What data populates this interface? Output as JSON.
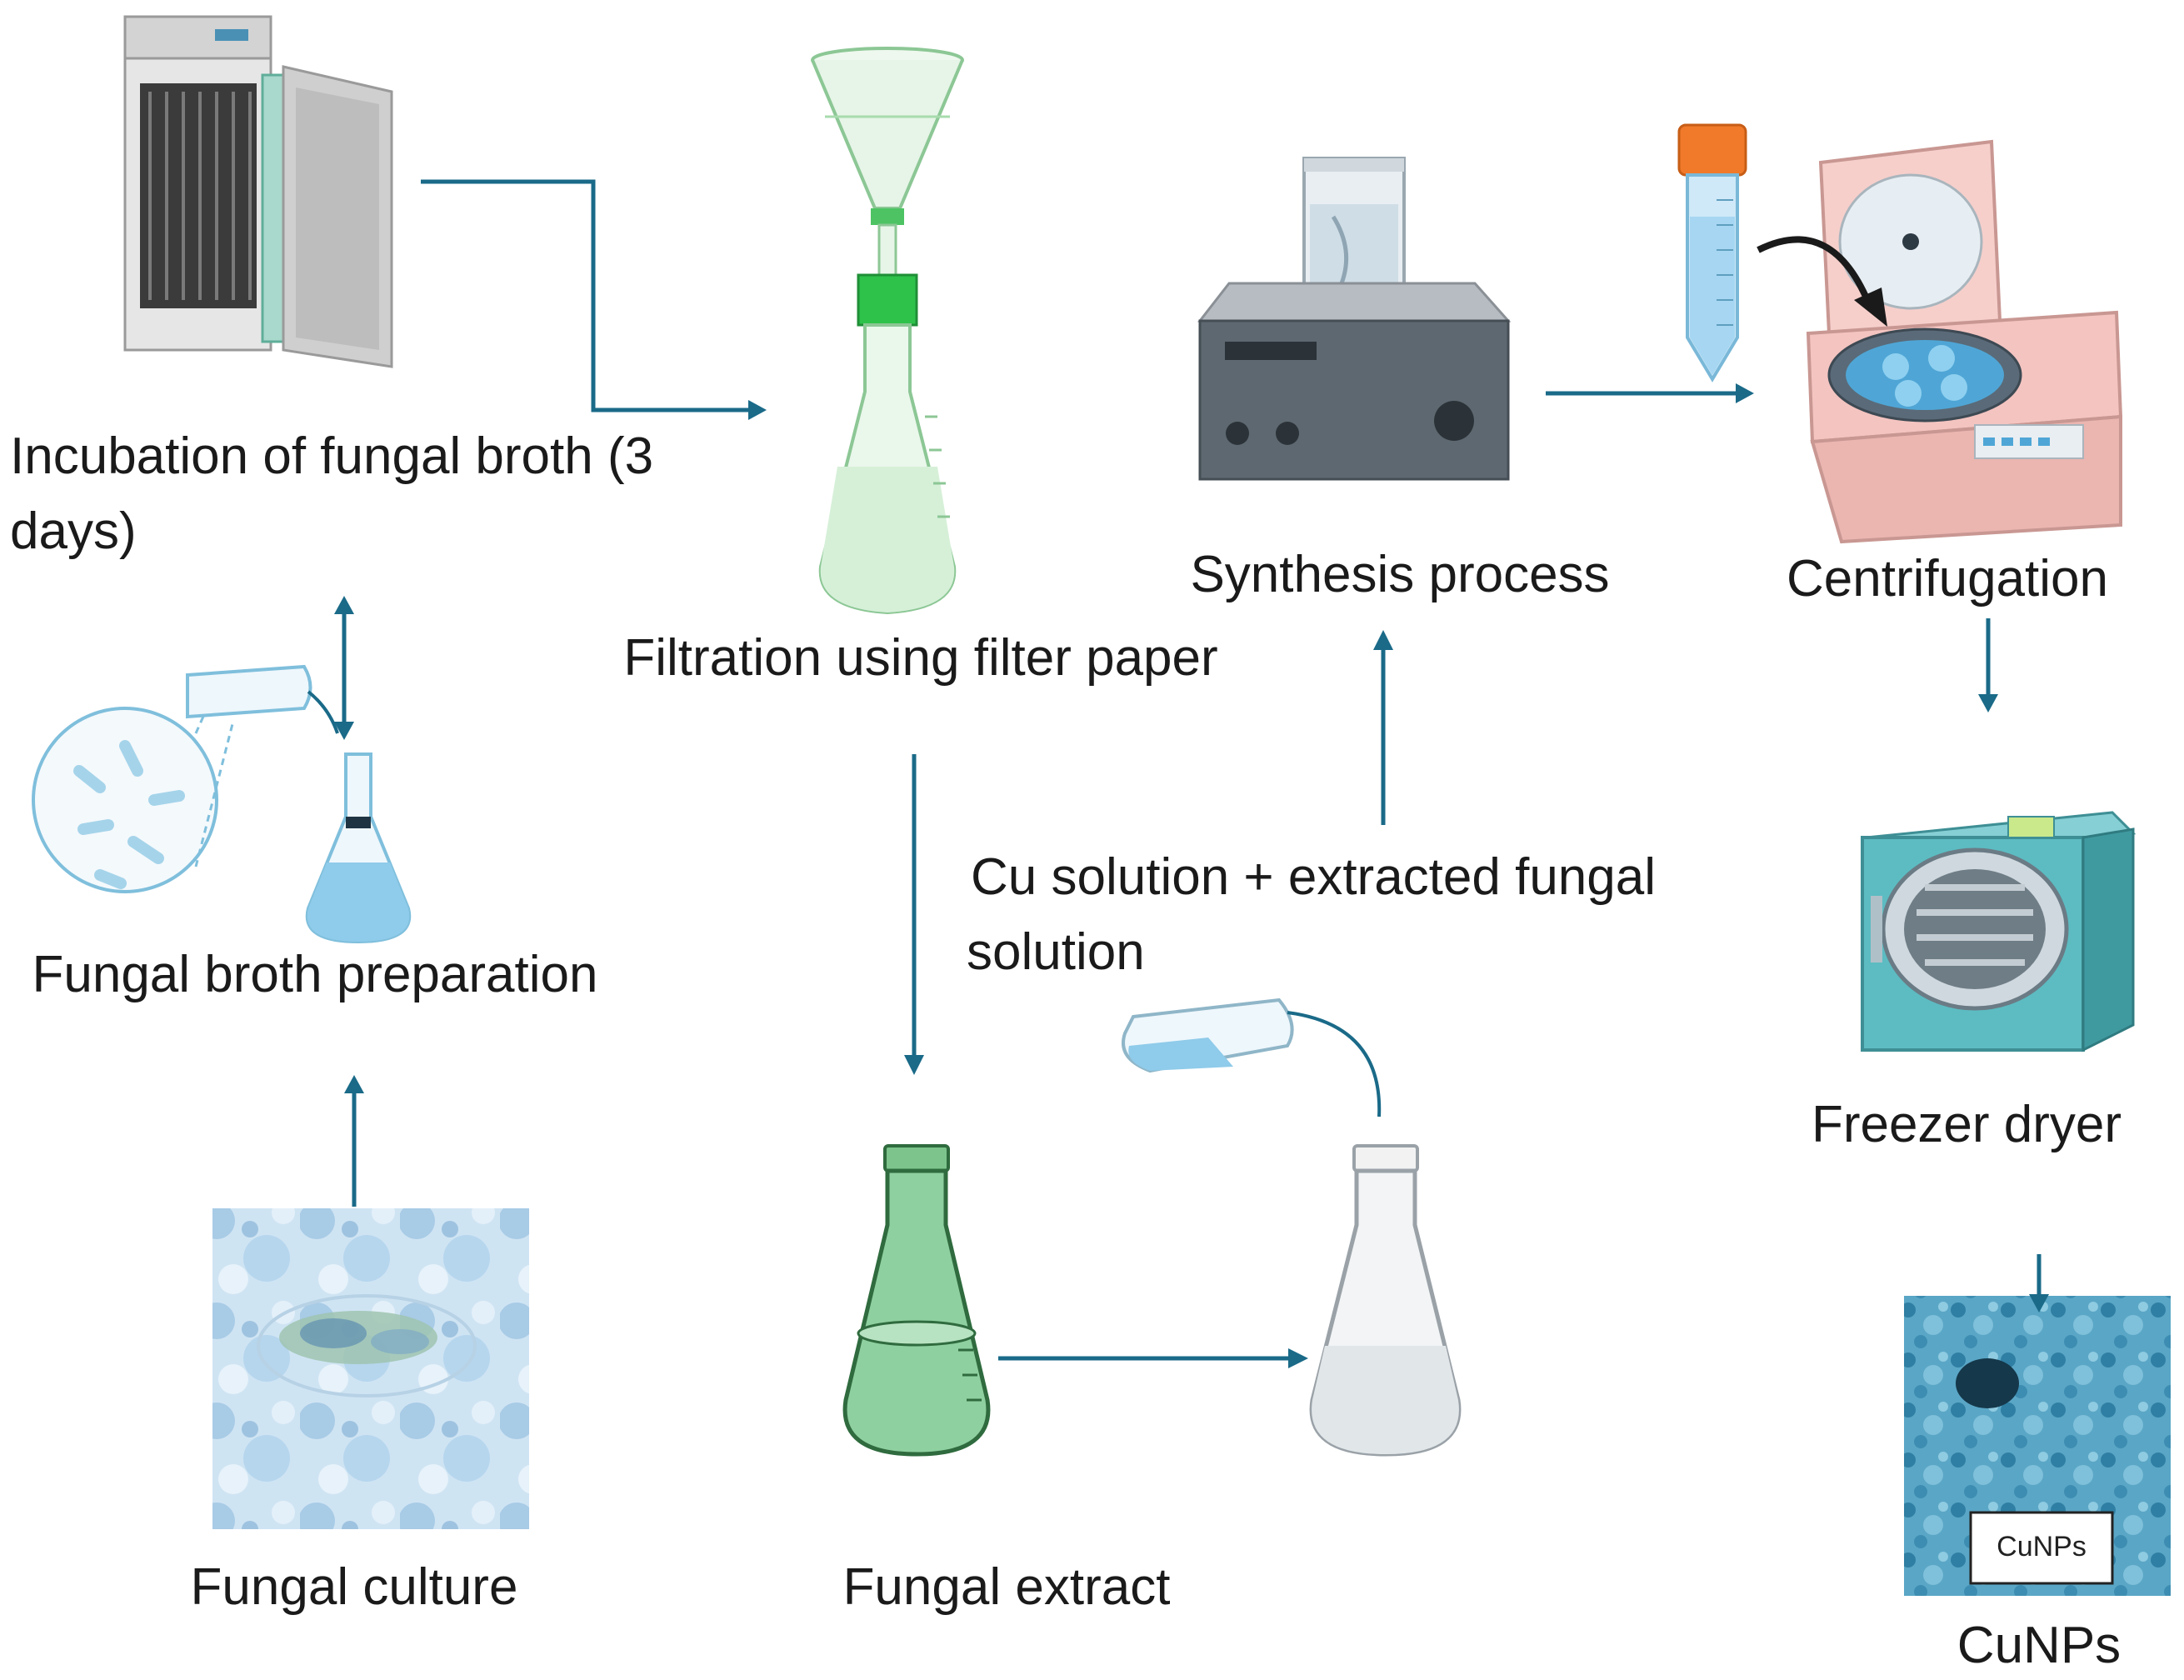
{
  "labels": {
    "incubation_line1": "Incubation of fungal broth (3",
    "incubation_line2": "days)",
    "filtration": "Filtration using filter paper",
    "synthesis": "Synthesis process",
    "centrifugation": "Centrifugation",
    "broth_preparation": "Fungal broth preparation",
    "cu_solution_line1": "Cu solution + extracted fungal",
    "cu_solution_line2": "solution",
    "freezer_dryer": "Freezer dryer",
    "fungal_culture": "Fungal culture",
    "fungal_extract": "Fungal extract",
    "cunps": "CuNPs",
    "cunps_tag": "CuNPs"
  },
  "icons": {
    "incubator": "incubator-icon",
    "filtration_setup": "funnel-flask-icon",
    "stirrer": "magnetic-stirrer-icon",
    "tube": "centrifuge-tube-icon",
    "centrifuge": "centrifuge-icon",
    "broth": "pouring-flask-icon",
    "freeze_dryer": "freeze-dryer-icon",
    "culture": "fungal-culture-image",
    "extract": "green-flask-icon",
    "mixing": "pouring-beaker-icon",
    "powder": "cunp-powder-image"
  },
  "colors": {
    "arrow": "#1a6a88",
    "glass_green": "#a9d8ad",
    "liquid_blue": "#9fd0ea",
    "centrifuge_pink": "#f4c4c0",
    "dryer_teal": "#4fb4bb",
    "powder_blue": "#3a8fb0"
  }
}
